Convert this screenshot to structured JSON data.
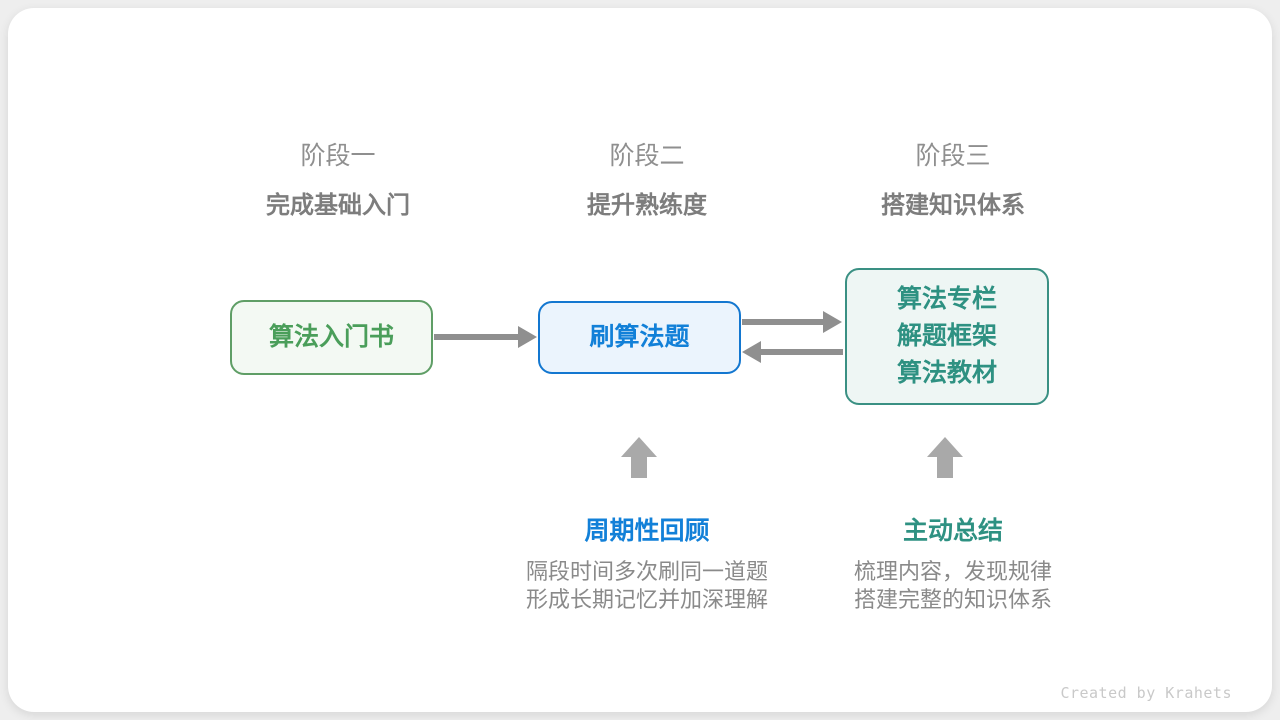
{
  "colors": {
    "page-bg": "#eeeeee",
    "card-bg": "#ffffff",
    "stage-label": "#8f8f8f",
    "stage-subtitle": "#7d7d7d",
    "body-text": "#8a8a8a",
    "arrow": "#8f8f8f",
    "block-arrow": "#a9a9a9",
    "green-text": "#4a9e5a",
    "green-border": "#5f9e66",
    "green-bg": "#f3f9f3",
    "blue-text": "#1280d8",
    "blue-border": "#1377d0",
    "blue-bg": "#ebf4fd",
    "teal-text": "#2e9182",
    "teal-border": "#3a9083",
    "teal-bg": "#eef6f4",
    "credit-text": "#c9c9c9"
  },
  "stages": [
    {
      "label": "阶段一",
      "subtitle": "完成基础入门"
    },
    {
      "label": "阶段二",
      "subtitle": "提升熟练度"
    },
    {
      "label": "阶段三",
      "subtitle": "搭建知识体系"
    }
  ],
  "nodes": [
    {
      "id": "intro-book",
      "lines": [
        "算法入门书"
      ]
    },
    {
      "id": "practice-problems",
      "lines": [
        "刷算法题"
      ]
    },
    {
      "id": "knowledge-resources",
      "lines": [
        "算法专栏",
        "解题框架",
        "算法教材"
      ]
    }
  ],
  "flow": [
    {
      "from": "intro-book",
      "to": "practice-problems",
      "direction": "right"
    },
    {
      "from": "practice-problems",
      "to": "knowledge-resources",
      "direction": "right"
    },
    {
      "from": "knowledge-resources",
      "to": "practice-problems",
      "direction": "left"
    }
  ],
  "annotations": [
    {
      "title": "周期性回顾",
      "lines": [
        "隔段时间多次刷同一道题",
        "形成长期记忆并加深理解"
      ]
    },
    {
      "title": "主动总结",
      "lines": [
        "梳理内容，发现规律",
        "搭建完整的知识体系"
      ]
    }
  ],
  "footer": {
    "credit": "Created by Krahets"
  }
}
